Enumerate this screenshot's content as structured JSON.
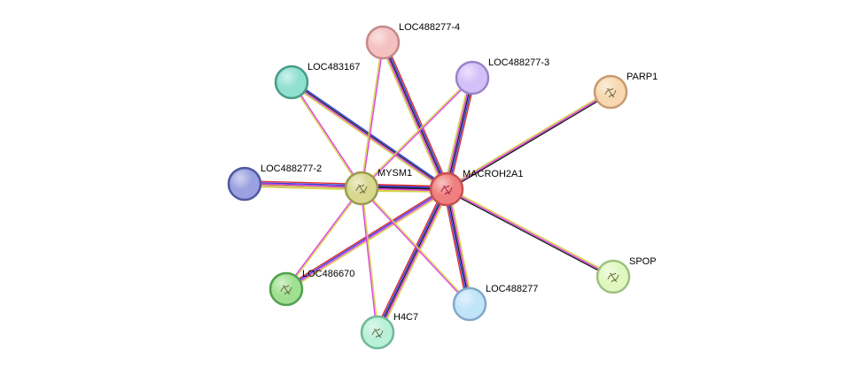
{
  "nodes": [
    {
      "id": "MACROH2A1",
      "label": "MACROH2A1",
      "color": "#f08080",
      "stroke": "#c85050",
      "query": true
    },
    {
      "id": "MYSM1",
      "label": "MYSM1",
      "color": "#d8d890",
      "stroke": "#9a9a50"
    },
    {
      "id": "LOC488277-4",
      "label": "LOC488277-4",
      "color": "#f4c0c0",
      "stroke": "#c48a8a"
    },
    {
      "id": "LOC488277-3",
      "label": "LOC488277-3",
      "color": "#d4c0f8",
      "stroke": "#9a84c8"
    },
    {
      "id": "LOC483167",
      "label": "LOC483167",
      "color": "#90e0d0",
      "stroke": "#4a9a8a"
    },
    {
      "id": "PARP1",
      "label": "PARP1",
      "color": "#f8d8b0",
      "stroke": "#c89a70"
    },
    {
      "id": "LOC488277-2",
      "label": "LOC488277-2",
      "color": "#9aa0e0",
      "stroke": "#5058a0"
    },
    {
      "id": "LOC486670",
      "label": "LOC486670",
      "color": "#a0e090",
      "stroke": "#50a050"
    },
    {
      "id": "H4C7",
      "label": "H4C7",
      "color": "#b8f0d8",
      "stroke": "#70b898"
    },
    {
      "id": "LOC488277",
      "label": "LOC488277",
      "color": "#c0e4f8",
      "stroke": "#80a8c8"
    },
    {
      "id": "SPOP",
      "label": "SPOP",
      "color": "#e0f8c0",
      "stroke": "#a0c080"
    }
  ],
  "edges": [
    {
      "source": "MACROH2A1",
      "target": "MYSM1",
      "colors": [
        "#d4d44a",
        "#e040e0",
        "#202020",
        "#3040e0",
        "#e03030"
      ]
    },
    {
      "source": "MACROH2A1",
      "target": "LOC488277-4",
      "colors": [
        "#d4d44a",
        "#e040e0",
        "#202020",
        "#3040e0",
        "#e03030"
      ]
    },
    {
      "source": "MACROH2A1",
      "target": "LOC488277-3",
      "colors": [
        "#d4d44a",
        "#e040e0",
        "#202020",
        "#3040e0",
        "#e03030"
      ]
    },
    {
      "source": "MACROH2A1",
      "target": "LOC483167",
      "colors": [
        "#d4d44a",
        "#e040e0",
        "#202020",
        "#3040e0"
      ]
    },
    {
      "source": "MACROH2A1",
      "target": "PARP1",
      "colors": [
        "#d4d44a",
        "#e040e0",
        "#202020"
      ]
    },
    {
      "source": "MACROH2A1",
      "target": "LOC488277-2",
      "colors": [
        "#d4d44a",
        "#e040e0",
        "#202020",
        "#3040e0",
        "#e03030"
      ]
    },
    {
      "source": "MACROH2A1",
      "target": "LOC486670",
      "colors": [
        "#d4d44a",
        "#e040e0",
        "#3040e0",
        "#e03030"
      ]
    },
    {
      "source": "MACROH2A1",
      "target": "H4C7",
      "colors": [
        "#d4d44a",
        "#e040e0",
        "#202020",
        "#3040e0",
        "#e03030"
      ]
    },
    {
      "source": "MACROH2A1",
      "target": "LOC488277",
      "colors": [
        "#d4d44a",
        "#e040e0",
        "#202020",
        "#3040e0",
        "#e03030"
      ]
    },
    {
      "source": "MACROH2A1",
      "target": "SPOP",
      "colors": [
        "#d4d44a",
        "#e040e0",
        "#202020"
      ]
    },
    {
      "source": "MYSM1",
      "target": "LOC488277-4",
      "colors": [
        "#d4d44a",
        "#e040e0"
      ]
    },
    {
      "source": "MYSM1",
      "target": "LOC488277-3",
      "colors": [
        "#d4d44a",
        "#e040e0"
      ]
    },
    {
      "source": "MYSM1",
      "target": "LOC483167",
      "colors": [
        "#d4d44a",
        "#e040e0"
      ]
    },
    {
      "source": "MYSM1",
      "target": "LOC488277-2",
      "colors": [
        "#d4d44a",
        "#e040e0"
      ]
    },
    {
      "source": "MYSM1",
      "target": "LOC486670",
      "colors": [
        "#d4d44a",
        "#e040e0"
      ]
    },
    {
      "source": "MYSM1",
      "target": "H4C7",
      "colors": [
        "#d4d44a",
        "#e040e0"
      ]
    },
    {
      "source": "MYSM1",
      "target": "LOC488277",
      "colors": [
        "#d4d44a",
        "#e040e0"
      ]
    }
  ]
}
